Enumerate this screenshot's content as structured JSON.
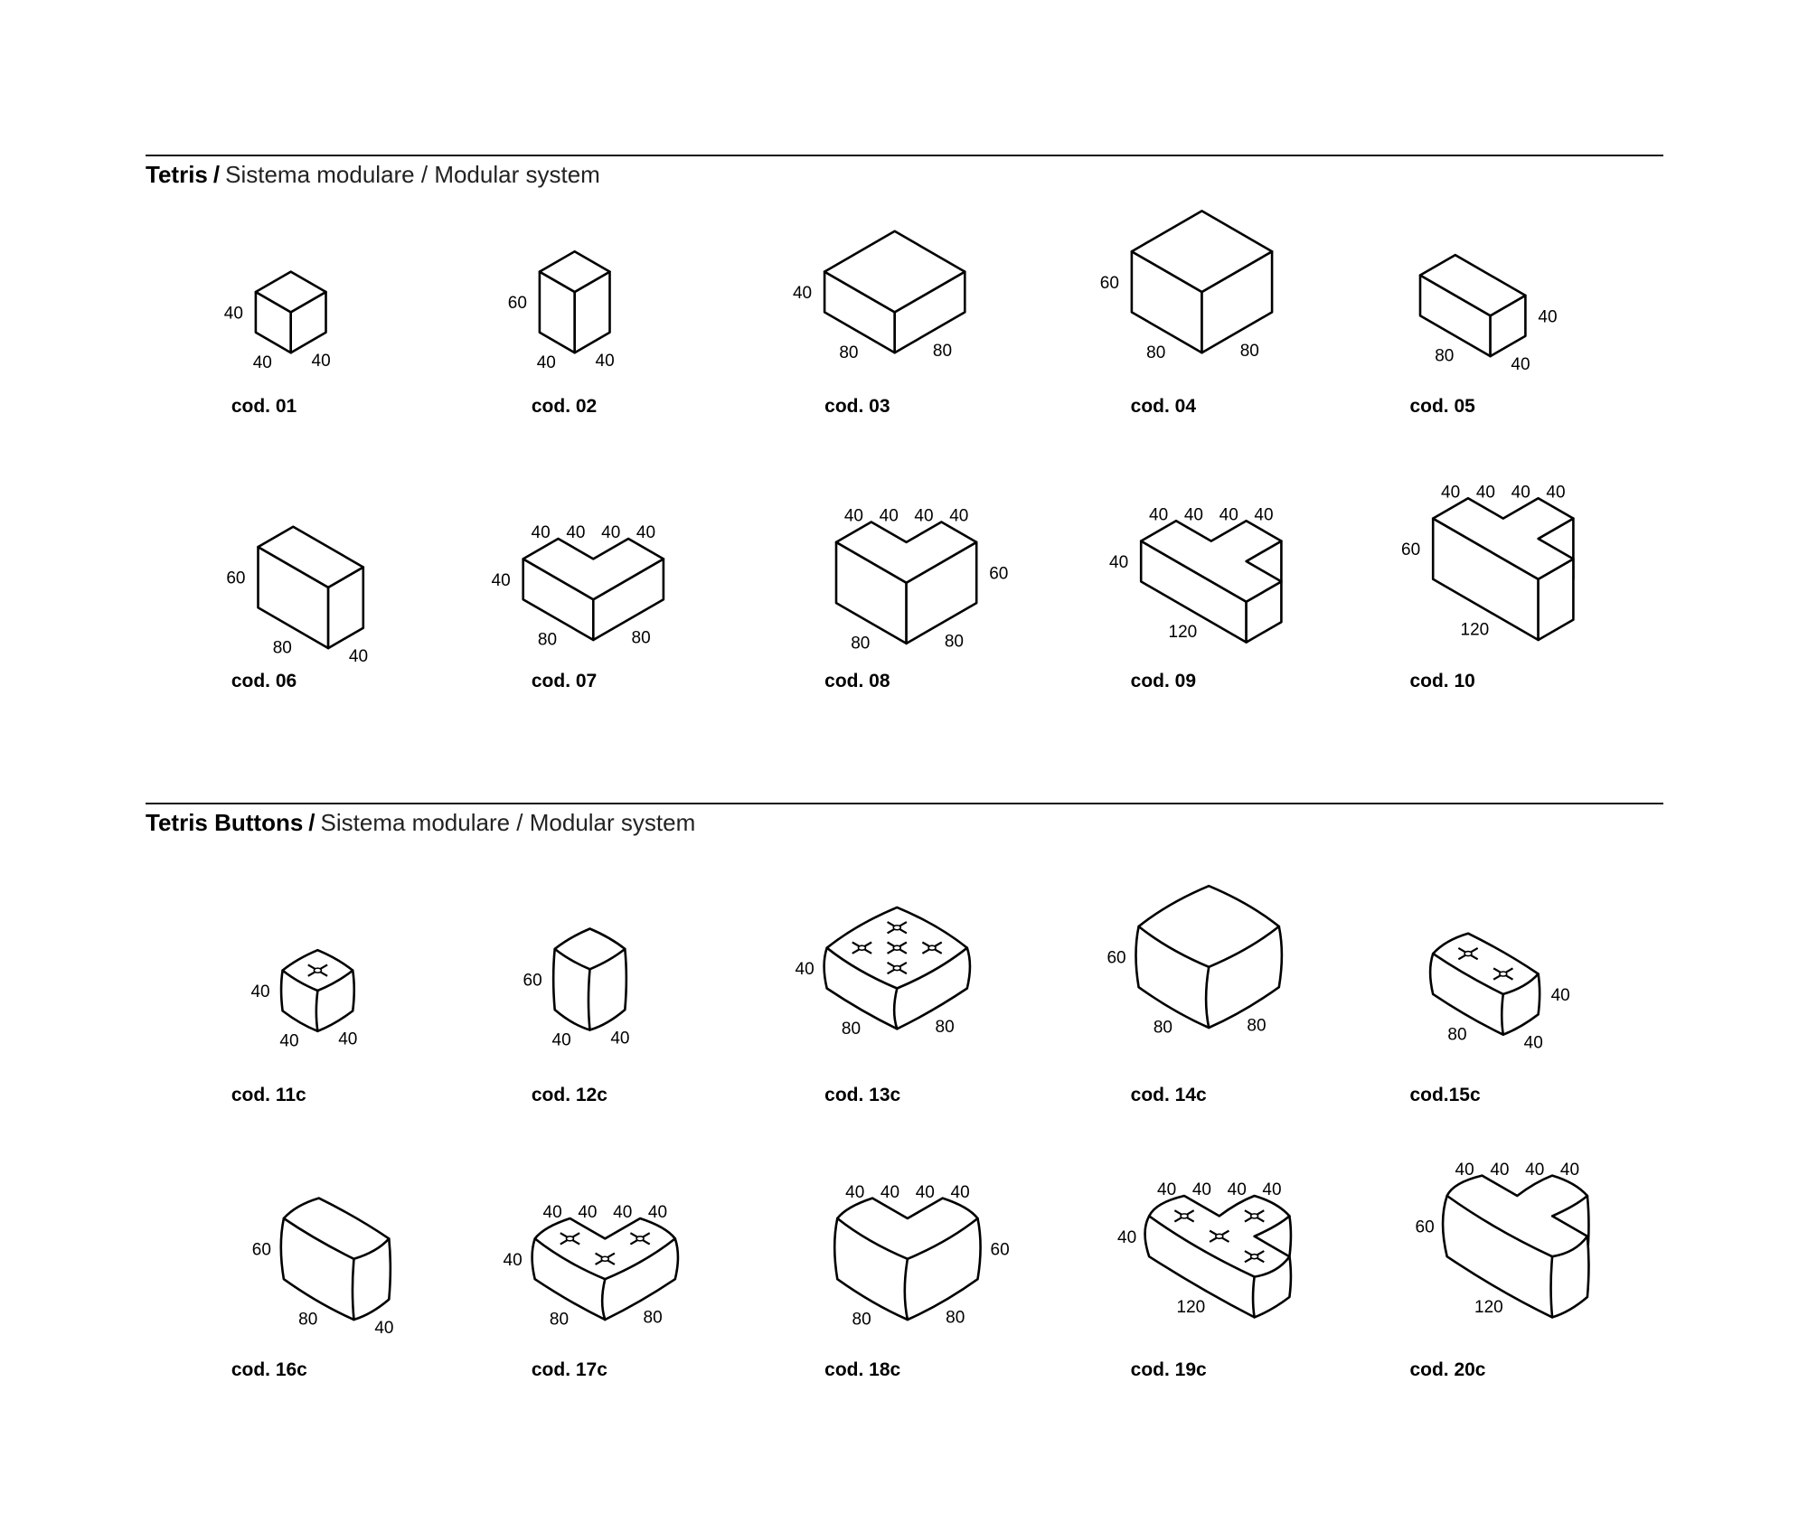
{
  "sections": [
    {
      "title": "Tetris",
      "separator": "/",
      "subtitle": "Sistema modulare / Modular system",
      "items": [
        {
          "code": "cod. 01",
          "dims": {
            "h": "40",
            "a": "40",
            "b": "40"
          }
        },
        {
          "code": "cod. 02",
          "dims": {
            "h": "60",
            "a": "40",
            "b": "40"
          }
        },
        {
          "code": "cod. 03",
          "dims": {
            "h": "40",
            "a": "80",
            "b": "80"
          }
        },
        {
          "code": "cod. 04",
          "dims": {
            "h": "60",
            "a": "80",
            "b": "80"
          }
        },
        {
          "code": "cod. 05",
          "dims": {
            "h": "40",
            "a": "80",
            "b": "40"
          }
        },
        {
          "code": "cod. 06",
          "dims": {
            "h": "60",
            "a": "80",
            "b": "40"
          }
        },
        {
          "code": "cod. 07",
          "dims": {
            "h": "40",
            "a": "80",
            "b": "80",
            "top": [
              "40",
              "40",
              "40",
              "40"
            ]
          }
        },
        {
          "code": "cod. 08",
          "dims": {
            "h": "60",
            "a": "80",
            "b": "80",
            "top": [
              "40",
              "40",
              "40",
              "40"
            ]
          }
        },
        {
          "code": "cod. 09",
          "dims": {
            "h": "40",
            "a": "120",
            "top": [
              "40",
              "40",
              "40",
              "40"
            ]
          }
        },
        {
          "code": "cod. 10",
          "dims": {
            "h": "60",
            "a": "120",
            "top": [
              "40",
              "40",
              "40",
              "40"
            ]
          }
        }
      ]
    },
    {
      "title": "Tetris Buttons",
      "separator": "/",
      "subtitle": "Sistema modulare / Modular system",
      "items": [
        {
          "code": "cod. 11c",
          "dims": {
            "h": "40",
            "a": "40",
            "b": "40"
          }
        },
        {
          "code": "cod. 12c",
          "dims": {
            "h": "60",
            "a": "40",
            "b": "40"
          }
        },
        {
          "code": "cod. 13c",
          "dims": {
            "h": "40",
            "a": "80",
            "b": "80"
          }
        },
        {
          "code": "cod. 14c",
          "dims": {
            "h": "60",
            "a": "80",
            "b": "80"
          }
        },
        {
          "code": "cod.15c",
          "dims": {
            "h": "40",
            "a": "80",
            "b": "40"
          }
        },
        {
          "code": "cod. 16c",
          "dims": {
            "h": "60",
            "a": "80",
            "b": "40"
          }
        },
        {
          "code": "cod. 17c",
          "dims": {
            "h": "40",
            "a": "80",
            "b": "80",
            "top": [
              "40",
              "40",
              "40",
              "40"
            ]
          }
        },
        {
          "code": "cod. 18c",
          "dims": {
            "h": "60",
            "a": "80",
            "b": "80",
            "top": [
              "40",
              "40",
              "40",
              "40"
            ]
          }
        },
        {
          "code": "cod. 19c",
          "dims": {
            "h": "40",
            "a": "120",
            "top": [
              "40",
              "40",
              "40",
              "40"
            ]
          }
        },
        {
          "code": "cod. 20c",
          "dims": {
            "h": "60",
            "a": "120",
            "top": [
              "40",
              "40",
              "40",
              "40"
            ]
          }
        }
      ]
    }
  ]
}
